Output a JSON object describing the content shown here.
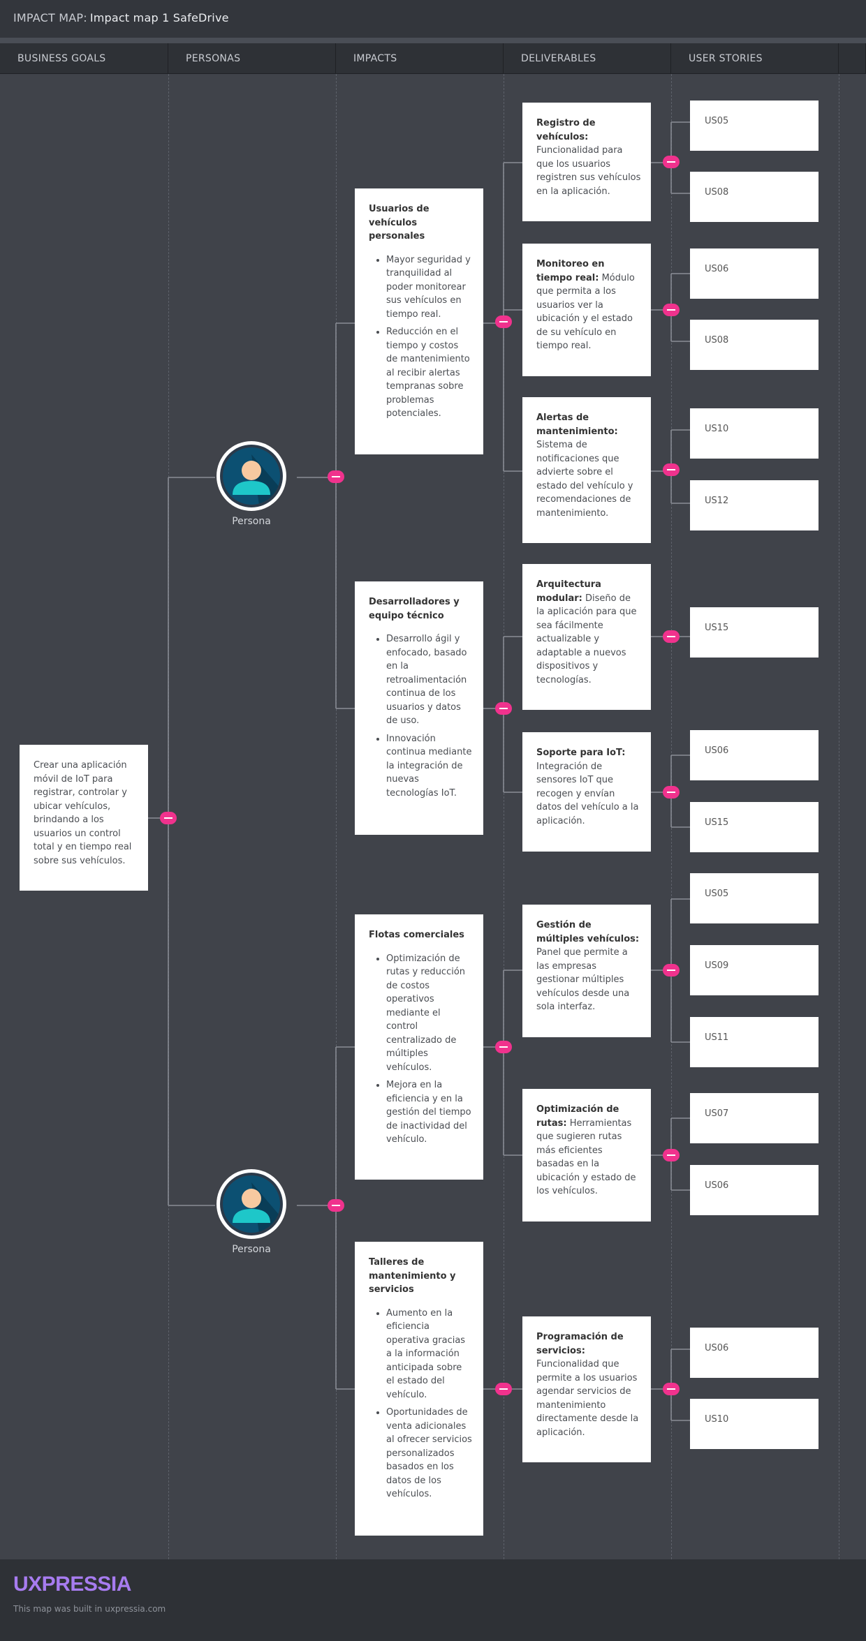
{
  "header": {
    "prefix": "IMPACT MAP:",
    "name": "Impact map 1 SafeDrive"
  },
  "columns": [
    "BUSINESS GOALS",
    "PERSONAS",
    "IMPACTS",
    "DELIVERABLES",
    "USER STORIES"
  ],
  "goal": "Crear una aplicación móvil de IoT para registrar, controlar y ubicar vehículos, brindando a los usuarios un control total y en tiempo real sobre sus vehículos.",
  "personas": [
    "Persona",
    "Persona"
  ],
  "impacts": [
    {
      "title": "Usuarios de vehículos personales",
      "bullets": [
        "Mayor seguridad y tranquilidad al poder monitorear sus vehículos en tiempo real.",
        "Reducción en el tiempo y costos de mantenimiento al recibir alertas tempranas sobre problemas potenciales."
      ]
    },
    {
      "title": "Desarrolladores y equipo técnico",
      "bullets": [
        "Desarrollo ágil y enfocado, basado en la retroalimentación continua de los usuarios y datos de uso.",
        "Innovación continua mediante la integración de nuevas tecnologías IoT."
      ]
    },
    {
      "title": "Flotas comerciales",
      "bullets": [
        "Optimización de rutas y reducción de costos operativos mediante el control centralizado de múltiples vehículos.",
        "Mejora en la eficiencia y en la gestión del tiempo de inactividad del vehículo."
      ]
    },
    {
      "title": "Talleres de mantenimiento y servicios",
      "bullets": [
        "Aumento en la eficiencia operativa gracias a la información anticipada sobre el estado del vehículo.",
        "Oportunidades de venta adicionales al ofrecer servicios personalizados basados en los datos de los vehículos."
      ]
    }
  ],
  "deliverables": [
    {
      "title": "Registro de vehículos:",
      "text": " Funcionalidad para que los usuarios registren sus vehículos en la aplicación."
    },
    {
      "title": "Monitoreo en tiempo real:",
      "text": " Módulo que permita a los usuarios ver la ubicación y el estado de su vehículo en tiempo real."
    },
    {
      "title": "Alertas de mantenimiento:",
      "text": " Sistema de notificaciones que advierte sobre el estado del vehículo y recomendaciones de mantenimiento."
    },
    {
      "title": "Arquitectura modular:",
      "text": " Diseño de la aplicación para que sea fácilmente actualizable y adaptable a nuevos dispositivos y tecnologías."
    },
    {
      "title": "Soporte para IoT:",
      "text": " Integración de sensores IoT que recogen y envían datos del vehículo a la aplicación."
    },
    {
      "title": "Gestión de múltiples vehículos:",
      "text": " Panel que permite a las empresas gestionar múltiples vehículos desde una sola interfaz."
    },
    {
      "title": "Optimización de rutas:",
      "text": " Herramientas que sugieren rutas más eficientes basadas en la ubicación y estado de los vehículos."
    },
    {
      "title": "Programación de servicios:",
      "text": " Funcionalidad que permite a los usuarios agendar servicios de mantenimiento directamente desde la aplicación."
    }
  ],
  "stories": [
    "US05",
    "US08",
    "US06",
    "US08",
    "US10",
    "US12",
    "US15",
    "US06",
    "US15",
    "US05",
    "US09",
    "US11",
    "US07",
    "US06",
    "US06",
    "US10"
  ],
  "footer": {
    "logo": "UXPRESSIA",
    "note": "This map was built in uxpressia.com"
  },
  "colors": {
    "toggle": "#f0328d",
    "logo": "#a77cf0",
    "avatar_bg": "#0c5072",
    "avatar_skin": "#f7c9a0",
    "avatar_shirt": "#1ec7c9"
  }
}
